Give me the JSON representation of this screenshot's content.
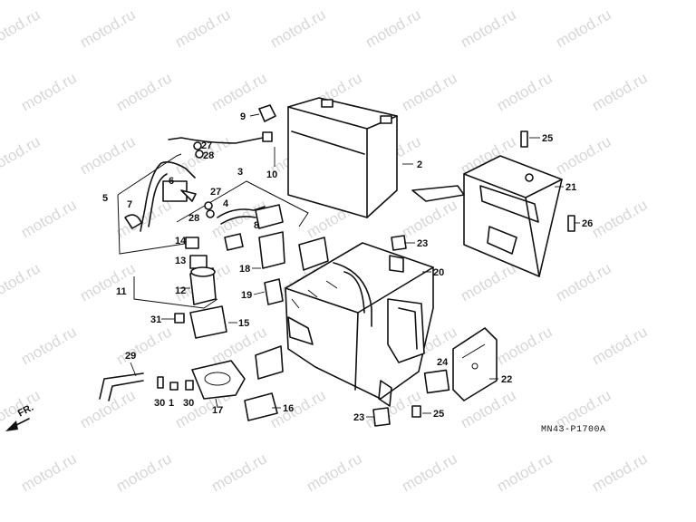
{
  "watermark": {
    "text": "motod.ru"
  },
  "diagram": {
    "reference_code": "MN43-P1700A",
    "direction_label": "FR.",
    "callouts": [
      "1",
      "2",
      "3",
      "4",
      "5",
      "6",
      "7",
      "8",
      "9",
      "10",
      "11",
      "12",
      "13",
      "14",
      "15",
      "16",
      "17",
      "18",
      "19",
      "20",
      "21",
      "22",
      "23",
      "23",
      "24",
      "25",
      "25",
      "26",
      "27",
      "27",
      "28",
      "28",
      "29",
      "30",
      "30",
      "31"
    ]
  }
}
